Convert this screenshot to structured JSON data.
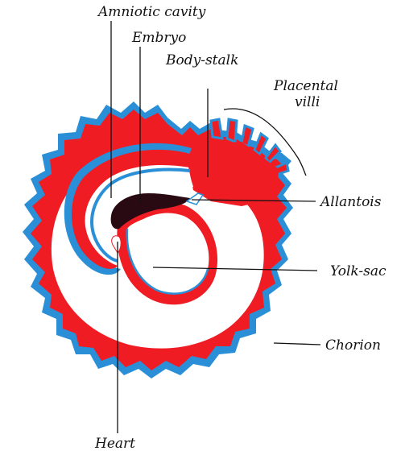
{
  "labels": {
    "amniotic_cavity": "Amniotic cavity",
    "embryo": "Embryo",
    "body_stalk": "Body-stalk",
    "placental_villi_1": "Placental",
    "placental_villi_2": "villi",
    "allantois": "Allantois",
    "yolk_sac": "Yolk-sac",
    "chorion": "Chorion",
    "heart": "Heart"
  },
  "colors": {
    "mesoderm": "#f01c24",
    "ectoderm": "#2a8fd6",
    "endoderm": "#ffffff",
    "embryo": "#2a0a12"
  }
}
